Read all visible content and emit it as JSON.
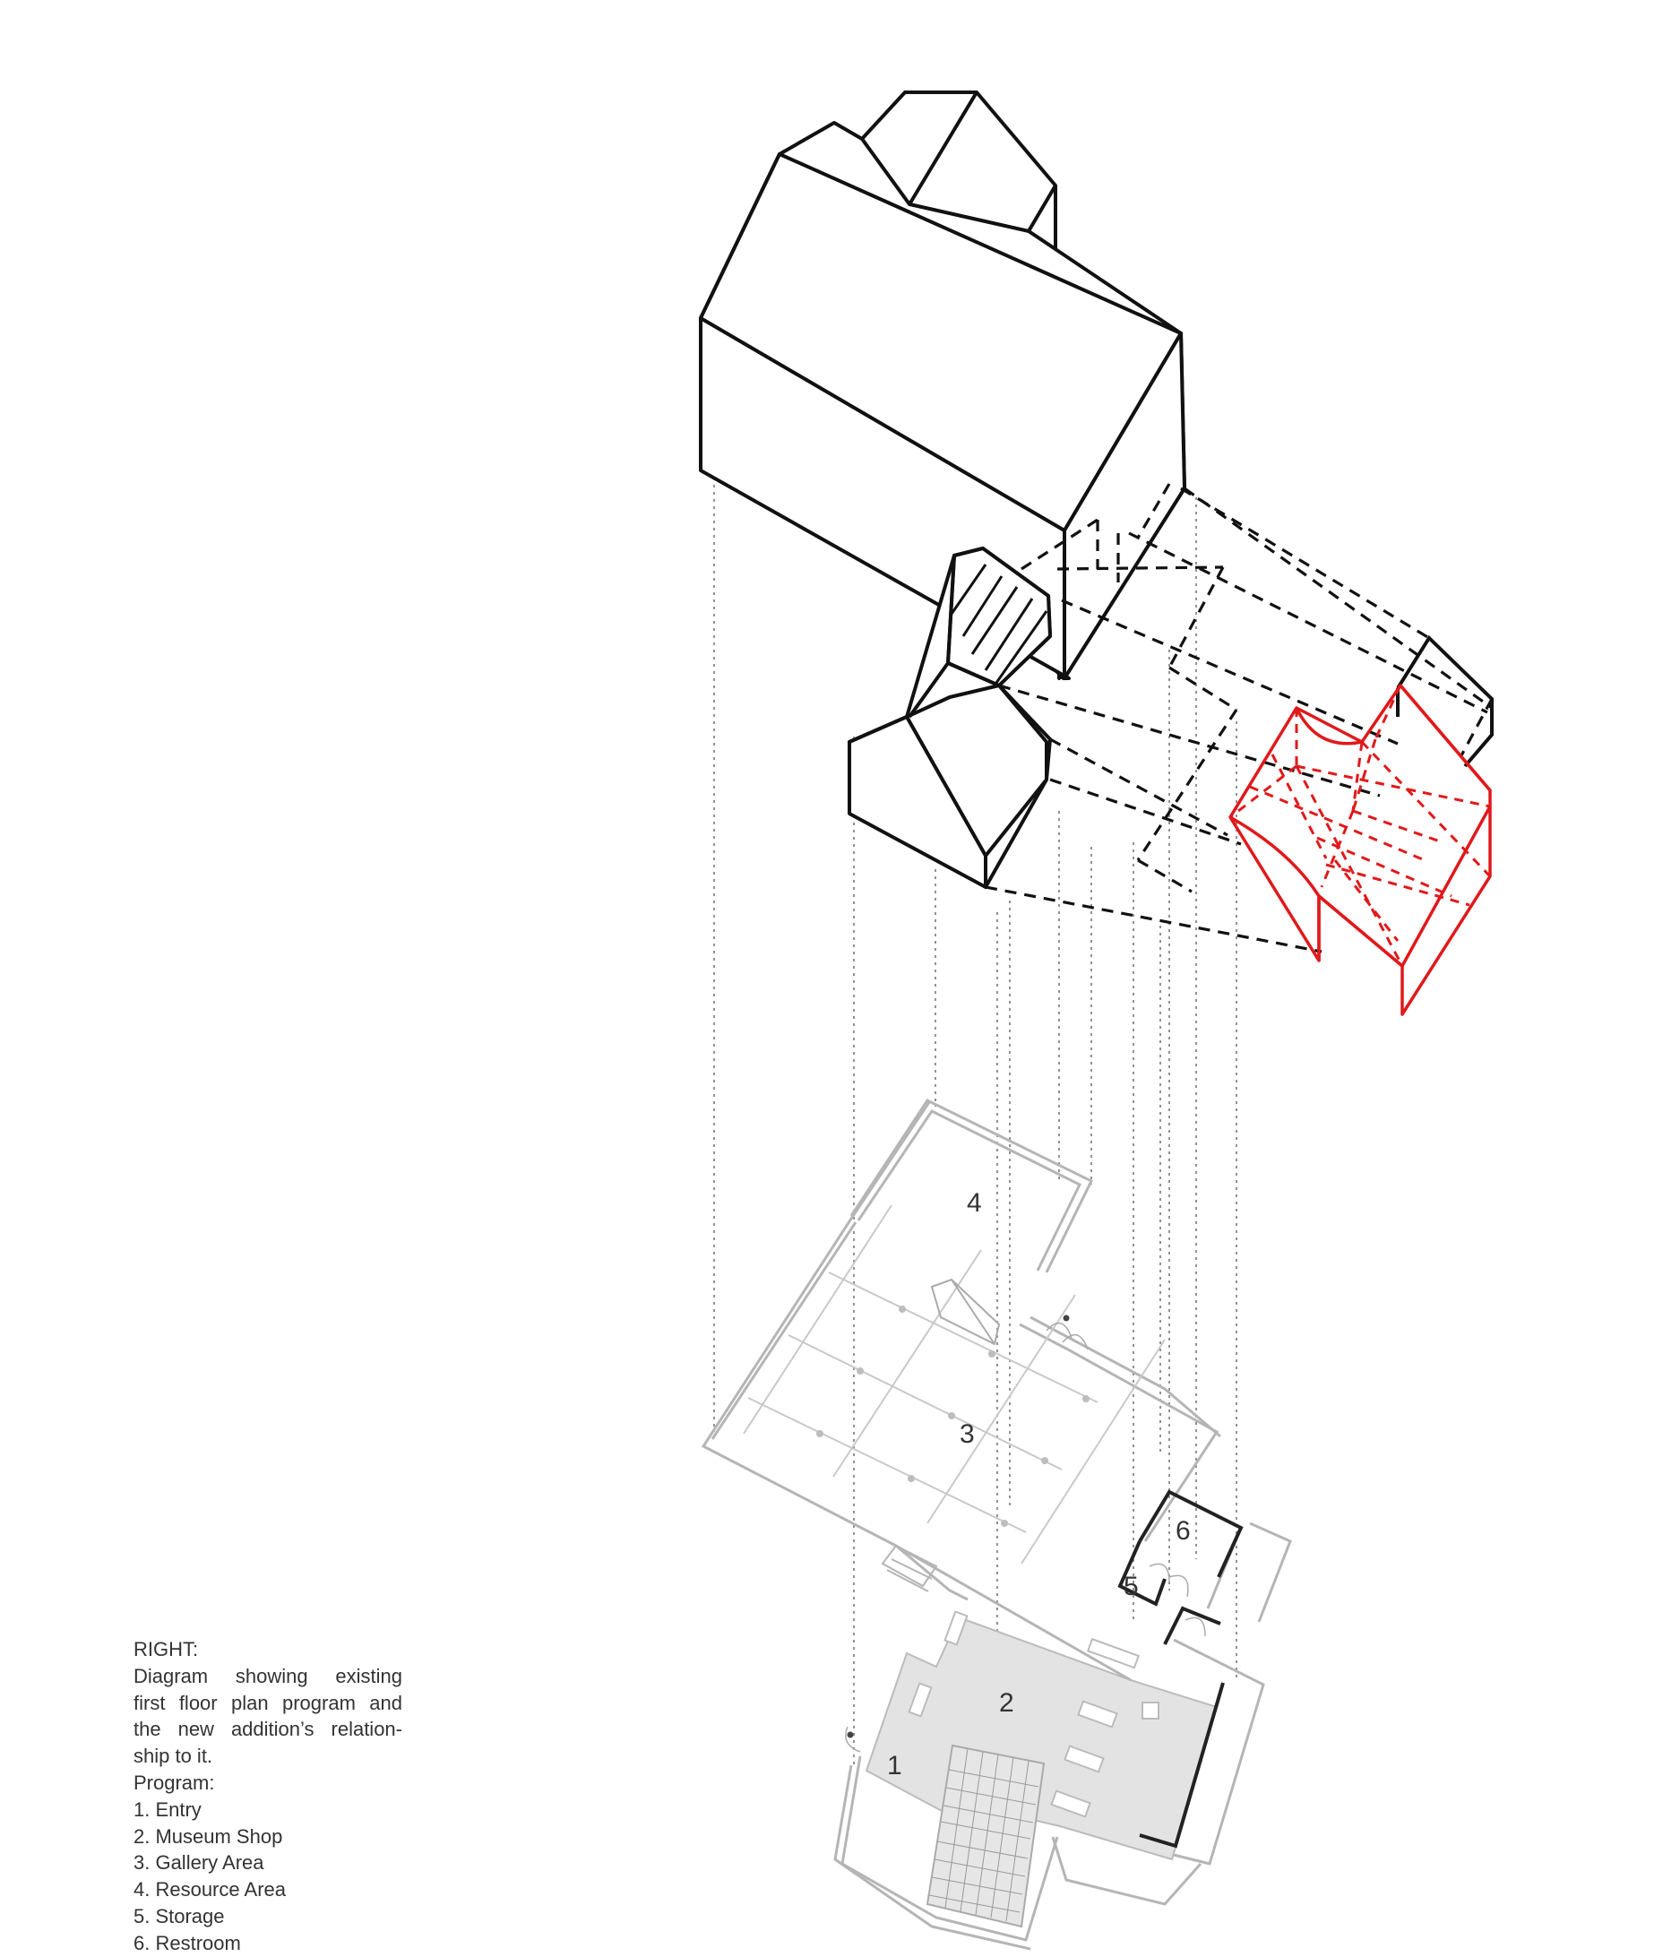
{
  "caption": {
    "heading": "RIGHT:",
    "description_lines": [
      "Diagram showing existing",
      "first floor plan program and",
      "the new addition’s relation-",
      "ship to it."
    ],
    "program_heading": "Program:",
    "program_items": [
      "1. Entry",
      "2. Museum Shop",
      "3. Gallery Area",
      "4. Resource Area",
      "5. Storage",
      "6. Restroom"
    ]
  },
  "plan_labels": {
    "entry": "1",
    "museum_shop": "2",
    "gallery_area": "3",
    "resource_area": "4",
    "storage": "5",
    "restroom": "6"
  },
  "colors": {
    "existing_building_line": "#111111",
    "new_addition": "#e0191b",
    "plan_line": "#b5b5b5",
    "museum_shop_fill": "#e3e3e3",
    "projection_line": "#777777"
  }
}
